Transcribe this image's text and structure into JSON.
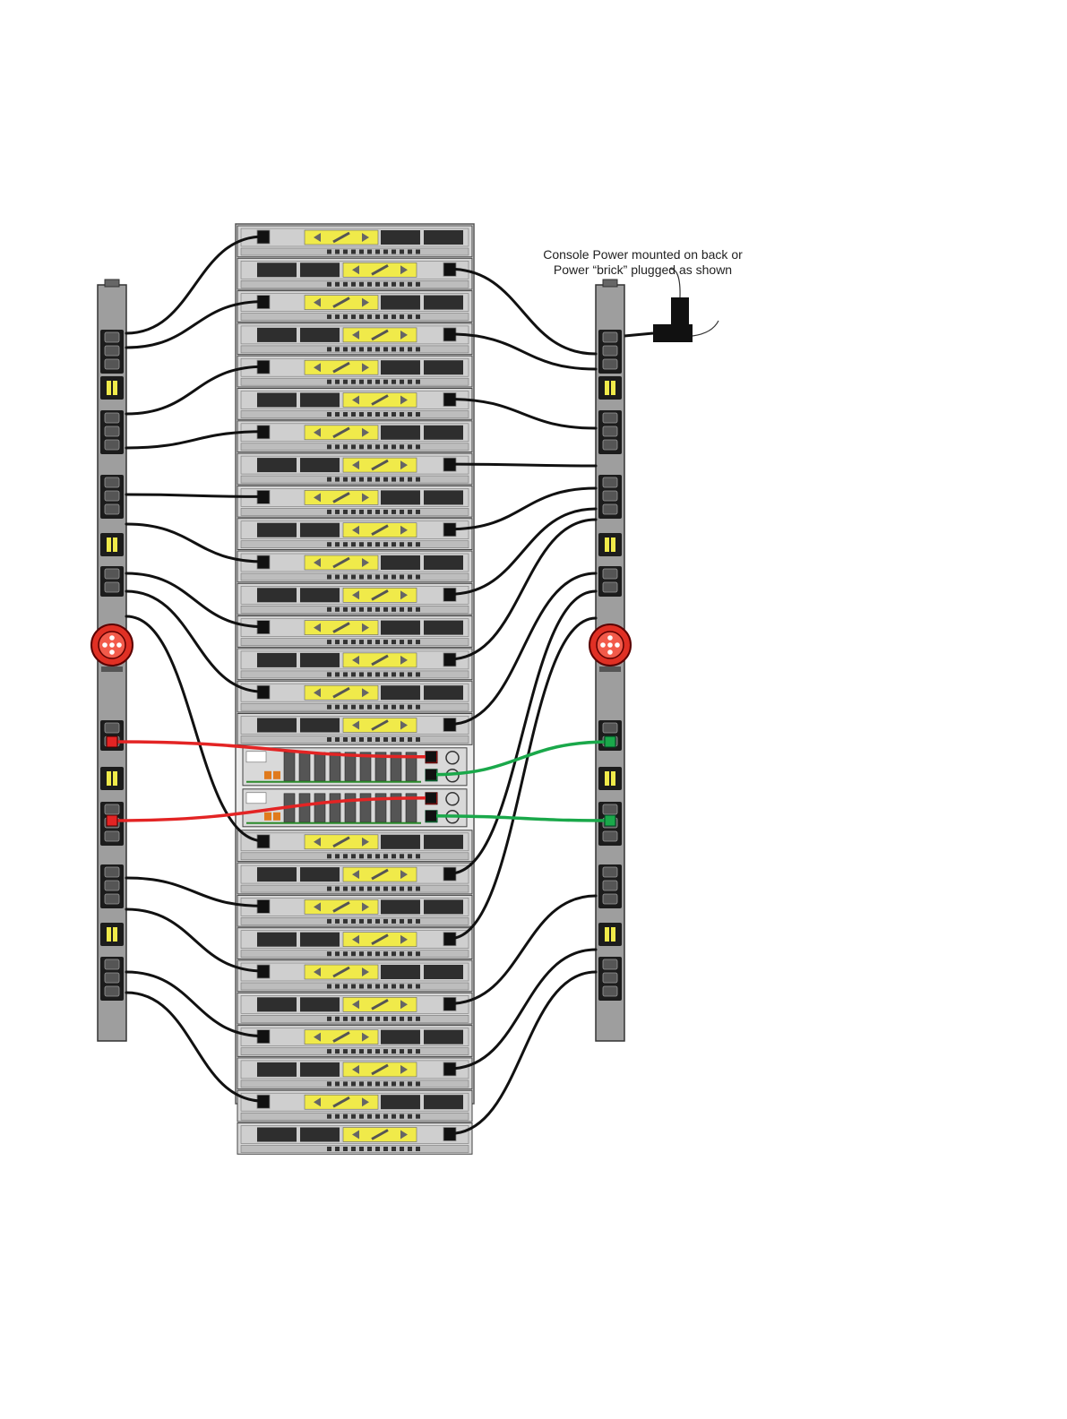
{
  "annotation": {
    "line1": "Console Power mounted on back or",
    "line2": "Power “brick” plugged as shown"
  },
  "components": {
    "storage_nodes": 26,
    "switches": 2,
    "pdus": [
      "left-pdu",
      "right-pdu"
    ],
    "pdu_inlet": "red-circular-inlet",
    "console_power": "power-brick"
  },
  "colors": {
    "pdu": "#9e9e9e",
    "chassis": "#d6d6d6",
    "label_yellow": "#f0ea4a",
    "bay_dark": "#2e2e2e",
    "cable": "#111111",
    "switch_cable_left": "#e32424",
    "switch_cable_right": "#1aa84a",
    "inlet_red": "#e03024"
  }
}
